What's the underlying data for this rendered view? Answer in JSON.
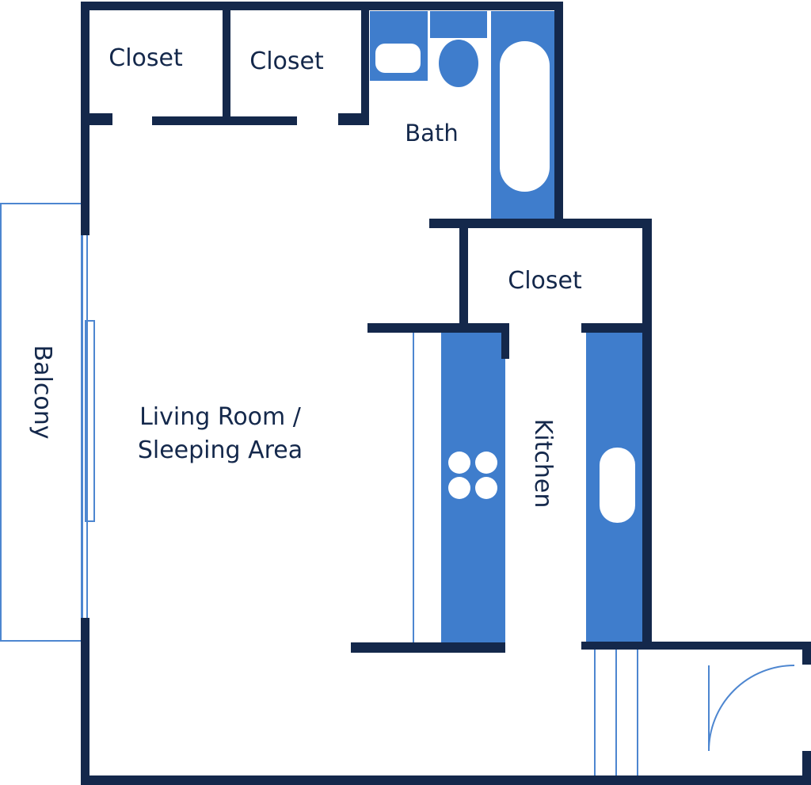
{
  "colors": {
    "wall": "#14284b",
    "fixture": "#3f7dcc",
    "line": "#4d86d0",
    "background": "#ffffff"
  },
  "rooms": {
    "closet_1": "Closet",
    "closet_2": "Closet",
    "bath": "Bath",
    "closet_3": "Closet",
    "living_line1": "Living Room /",
    "living_line2": "Sleeping Area",
    "kitchen": "Kitchen",
    "balcony": "Balcony"
  }
}
